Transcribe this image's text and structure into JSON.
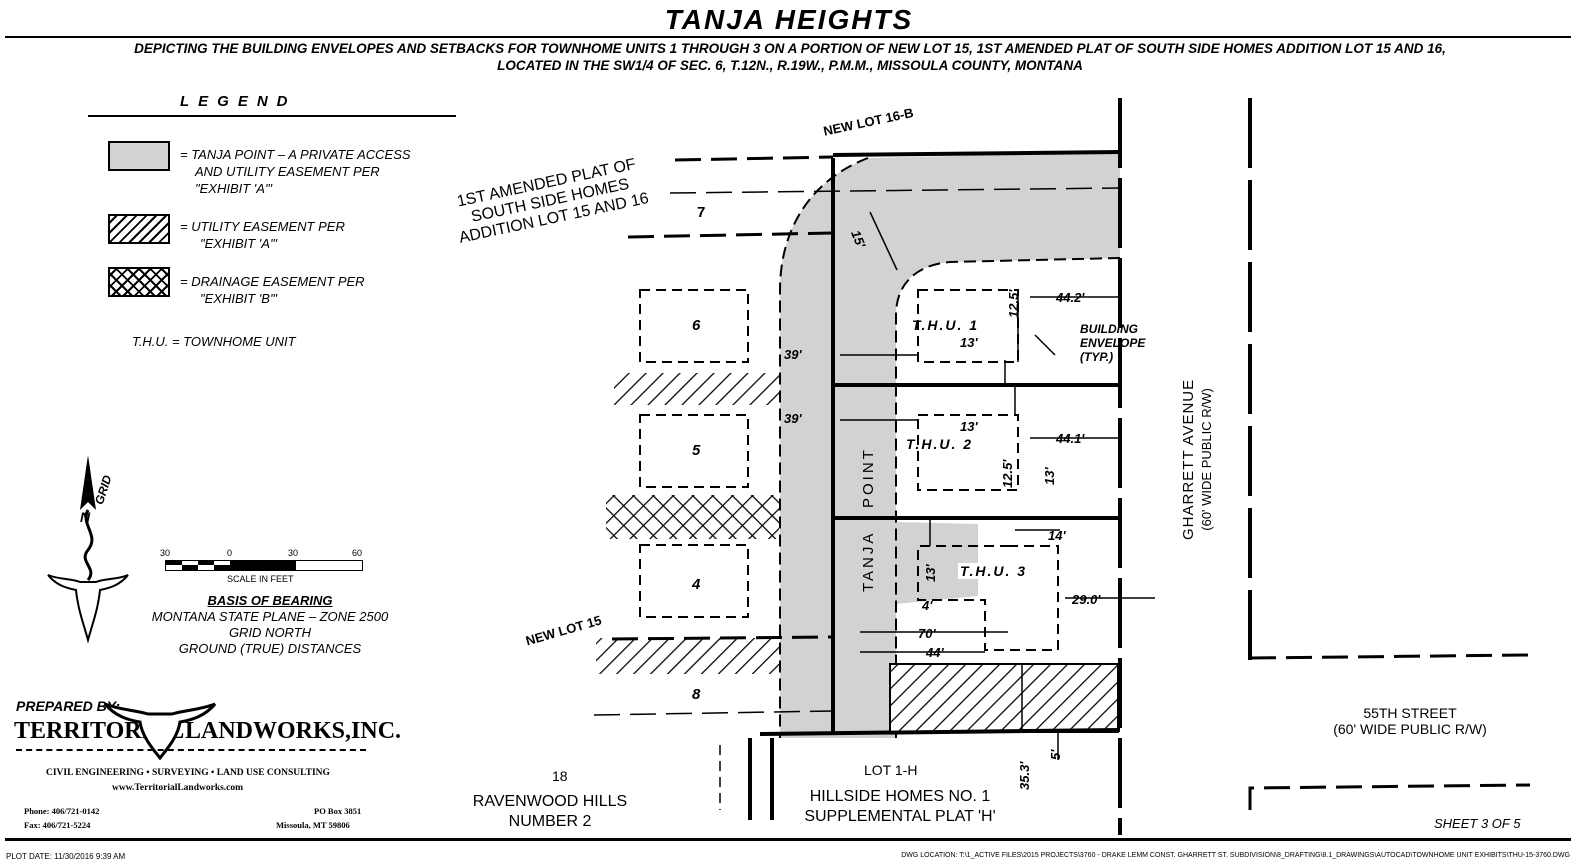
{
  "title": "TANJA HEIGHTS",
  "subtitle_line1": "DEPICTING THE BUILDING ENVELOPES AND SETBACKS FOR TOWNHOME UNITS 1 THROUGH 3 ON A PORTION OF NEW LOT 15, 1ST AMENDED PLAT OF SOUTH SIDE HOMES ADDITION LOT 15 AND 16,",
  "subtitle_line2": "LOCATED IN THE SW1/4 OF SEC. 6, T.12N., R.19W., P.M.M., MISSOULA COUNTY, MONTANA",
  "legend": {
    "heading": "LEGEND",
    "items": [
      {
        "text1": "= TANJA POINT – A PRIVATE ACCESS",
        "text2": "AND UTILITY EASEMENT PER",
        "text3": "\"EXHIBIT 'A'\""
      },
      {
        "text1": "= UTILITY EASEMENT PER",
        "text2": "\"EXHIBIT 'A'\""
      },
      {
        "text1": "= DRAINAGE EASEMENT PER",
        "text2": "\"EXHIBIT 'B'\""
      }
    ],
    "thu_def": "T.H.U. = TOWNHOME UNIT"
  },
  "north_arrow": {
    "n": "N",
    "grid": "GRID"
  },
  "scale": {
    "ticks": [
      "30",
      "0",
      "30",
      "60"
    ],
    "label": "SCALE IN FEET"
  },
  "bearing": {
    "heading": "BASIS OF BEARING",
    "line1": "MONTANA STATE PLANE – ZONE 2500",
    "line2": "GRID NORTH",
    "line3": "GROUND (TRUE) DISTANCES"
  },
  "prepared": {
    "by": "PREPARED BY:",
    "company_left": "TERRITORIAL",
    "company_right": "LANDWORKS,INC.",
    "services": "CIVIL ENGINEERING • SURVEYING • LAND USE CONSULTING",
    "web": "www.TerritorialLandworks.com",
    "phone": "Phone: 406/721-0142",
    "fax": "Fax: 406/721-5224",
    "pobox": "PO Box 3851",
    "city": "Missoula, MT 59806"
  },
  "plat": {
    "new_lot_16b": "NEW LOT 16-B",
    "amended1": "1ST AMENDED PLAT OF",
    "amended2": "SOUTH SIDE HOMES",
    "amended3": "ADDITION LOT 15 AND 16",
    "lot7": "7",
    "lot6": "6",
    "lot5": "5",
    "lot4": "4",
    "lot8": "8",
    "new_lot_15": "NEW LOT 15",
    "r15": "15'",
    "thu1": "T.H.U. 1",
    "thu2": "T.H.U. 2",
    "thu3": "T.H.U. 3",
    "d_12_5a": "12.5'",
    "d_44_2": "44.2'",
    "d_13a": "13'",
    "d_39a": "39'",
    "d_39b": "39'",
    "d_13b": "13'",
    "d_44_1": "44.1'",
    "d_12_5b": "12.5'",
    "d_13c": "13'",
    "d_14": "14'",
    "d_13d": "13'",
    "d_4": "4'",
    "d_29": "29.0'",
    "d_70": "70'",
    "d_44": "44'",
    "d_35_3": "35.3'",
    "d_5": "5'",
    "building_env1": "BUILDING",
    "building_env2": "ENVELOPE",
    "building_env3": "(TYP.)",
    "tanja": "TANJA",
    "point": "POINT",
    "gharrett1": "GHARRETT AVENUE",
    "gharrett2": "(60' WIDE PUBLIC R/W)",
    "street55_1": "55TH STREET",
    "street55_2": "(60' WIDE PUBLIC R/W)",
    "lot1h": "LOT 1-H",
    "hillside1": "HILLSIDE HOMES NO. 1",
    "hillside2": "SUPPLEMENTAL PLAT 'H'",
    "lot18": "18",
    "ravenwood1": "RAVENWOOD HILLS",
    "ravenwood2": "NUMBER 2"
  },
  "sheet": "SHEET 3 OF 5",
  "plot_date": "PLOT DATE: 11/30/2016 9:39 AM",
  "dwg_location": "DWG LOCATION: T:\\1_ACTIVE FILES\\2015 PROJECTS\\3760 - DRAKE LEMM CONST. GHARRETT ST. SUBDIVISION\\8_DRAFTING\\8.1_DRAWINGS\\AUTOCAD\\TOWNHOME UNIT EXHIBITS\\THU-15-3760.DWG",
  "colors": {
    "easement_fill": "#d4d4d4",
    "line": "#000000"
  }
}
